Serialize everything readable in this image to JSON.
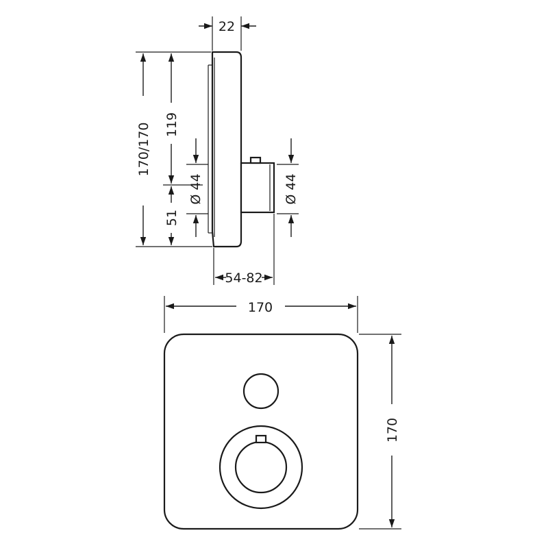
{
  "side_view": {
    "depth_top": "22",
    "height_total": "170/170",
    "upper_height": "119",
    "lower_height": "51",
    "button_diameter": "Ø 44",
    "valve_diameter": "Ø 44",
    "mount_depth": "54-82"
  },
  "front_view": {
    "width": "170",
    "height": "170"
  }
}
